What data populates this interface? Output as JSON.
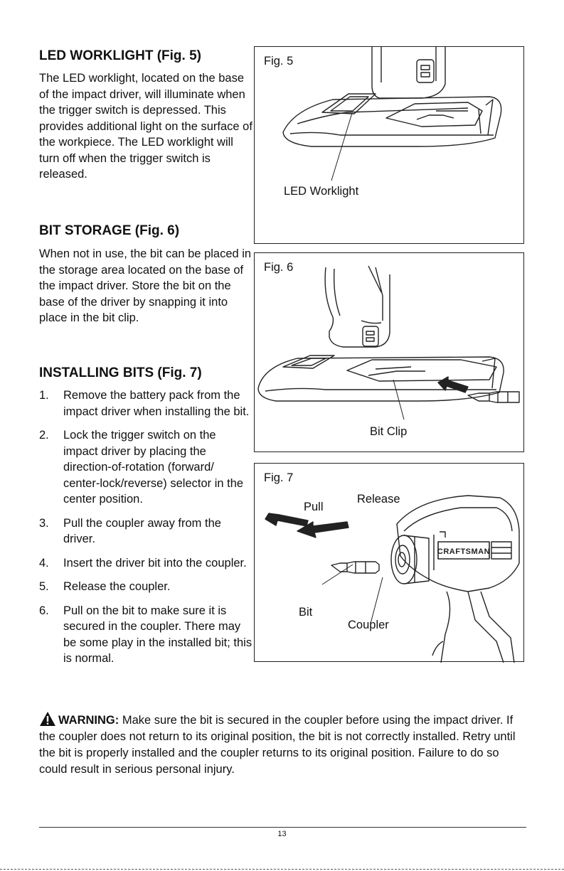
{
  "led": {
    "heading": "LED WORKLIGHT (Fig. 5)",
    "text": "The LED worklight, located on the base of the impact driver, will illuminate when the trigger switch is depressed. This provides additional light on the surface of the workpiece. The LED worklight will turn off when the trigger switch is released."
  },
  "storage": {
    "heading": "BIT STORAGE (Fig. 6)",
    "text": "When not in use, the bit can be placed in the storage area located on the base of the impact driver. Store the bit on the base of the driver by snapping it into place in the bit clip."
  },
  "installing": {
    "heading": "INSTALLING BITS (Fig. 7)",
    "steps": [
      {
        "num": "1.",
        "text": "Remove the battery pack from the impact driver when installing the bit."
      },
      {
        "num": "2.",
        "text": "Lock the trigger switch on the impact driver by placing the direction-of-rotation (forward/ center-lock/reverse) selector in the center position."
      },
      {
        "num": "3.",
        "text": "Pull the coupler away from the driver."
      },
      {
        "num": "4.",
        "text": "Insert the driver bit into the coupler."
      },
      {
        "num": "5.",
        "text": "Release the coupler."
      },
      {
        "num": "6.",
        "text": "Pull on the bit to make sure it is secured in the coupler. There may be some play in the installed bit; this is normal."
      }
    ]
  },
  "fig5": {
    "label": "Fig. 5",
    "callout": "LED Worklight"
  },
  "fig6": {
    "label": "Fig. 6",
    "callout": "Bit Clip"
  },
  "fig7": {
    "label": "Fig. 7",
    "pull": "Pull",
    "release": "Release",
    "bit": "Bit",
    "coupler": "Coupler",
    "brand": "CRAFTSMAN"
  },
  "warning": {
    "label": "WARNING:",
    "text": " Make sure the bit is secured in the coupler before using the impact driver. If the coupler does not return to its original position, the bit is not correctly installed. Retry until the bit is properly installed and the coupler returns to its original position. Failure to do so could result in serious personal injury."
  },
  "footer": {
    "page_number": "13"
  }
}
